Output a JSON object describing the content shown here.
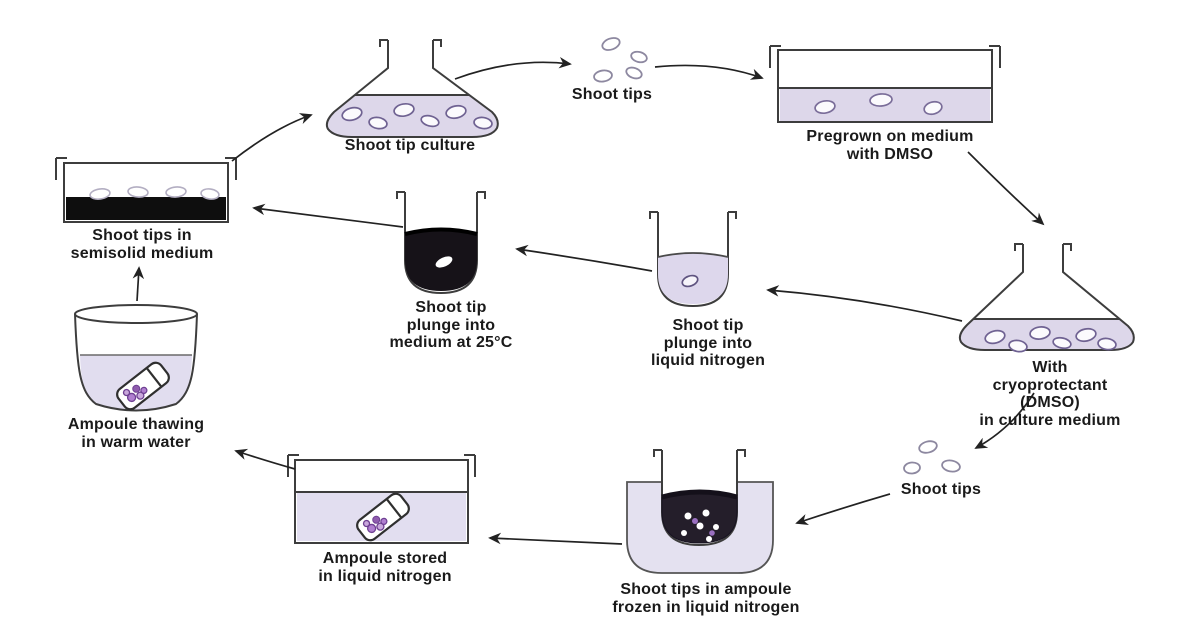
{
  "labels": {
    "shoot_tip_culture": "Shoot tip culture",
    "shoot_tips_top": "Shoot tips",
    "pregrown_dmso": "Pregrown on medium\nwith DMSO",
    "cryoprotectant": "With cryoprotectant (DMSO)\nin culture medium",
    "shoot_tips_right": "Shoot tips",
    "ampoule_frozen": "Shoot tips in ampoule\nfrozen in liquid nitrogen",
    "ampoule_stored": "Ampoule stored\nin liquid nitrogen",
    "ampoule_thawing": "Ampoule thawing\nin warm water",
    "semisolid_medium": "Shoot tips in\nsemisolid medium",
    "plunge_medium_25c": "Shoot tip\nplunge into\nmedium at 25°C",
    "plunge_liquid_nitrogen": "Shoot tip\nplunge into\nliquid nitrogen"
  },
  "colors": {
    "background": "#ffffff",
    "outline": "#3d3d3d",
    "text": "#1a1a1a",
    "medium_lavender": "#ddd7ea",
    "liquid_pale": "#e2def0",
    "container_lavender": "#e4e1f0",
    "dark_medium": "#161218",
    "frozen_dark": "#241e2a",
    "semisolid_black": "#0e0e0e",
    "ampoule_dot_purple": "#8f5cae",
    "faint_oval": "#b3aec2",
    "arrow": "#222222"
  }
}
